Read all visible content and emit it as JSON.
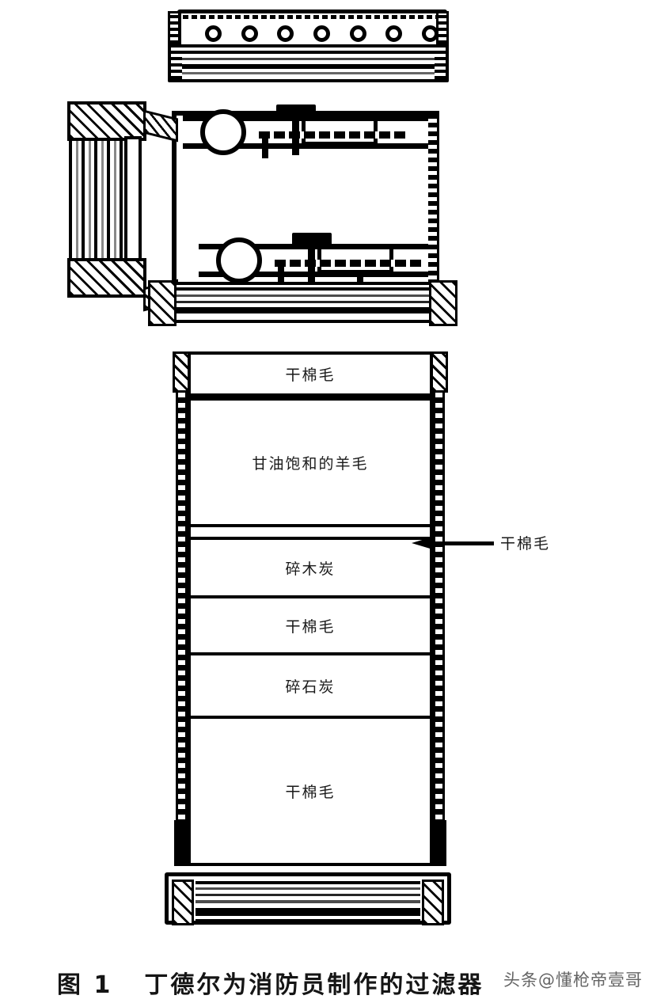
{
  "figure": {
    "caption_number": "图 1",
    "caption_text": "丁德尔为消防员制作的过滤器",
    "watermark": "头条@懂枪帝壹哥"
  },
  "components": {
    "top_cap": {
      "name": "perforated-cap",
      "hole_count": 7
    },
    "valve_assembly": {
      "name": "valve-mouthpiece-assembly",
      "ball_valve_count": 2
    },
    "bottom_cap": {
      "name": "base-cap"
    }
  },
  "canister": {
    "layers": [
      {
        "label": "干棉毛"
      },
      {
        "label": "甘油饱和的羊毛"
      },
      {
        "label": ""
      },
      {
        "label": "碎木炭"
      },
      {
        "label": "干棉毛"
      },
      {
        "label": "碎石炭"
      },
      {
        "label": "干棉毛"
      }
    ]
  },
  "callout": {
    "label": "干棉毛"
  },
  "colors": {
    "ink": "#000000",
    "paper": "#ffffff",
    "text": "#1a1a1a",
    "watermark": "#4a4a4a"
  }
}
